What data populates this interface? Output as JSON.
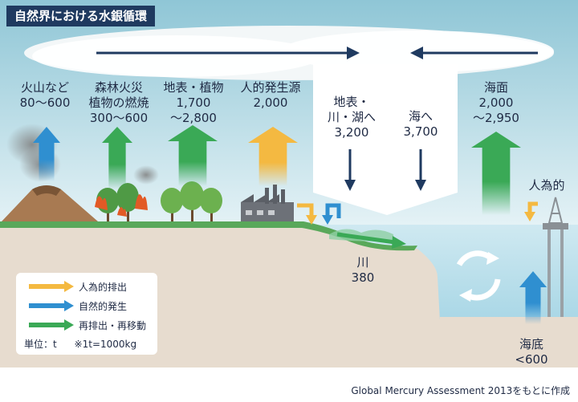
{
  "title": "自然界における水銀循環",
  "source": "Global Mercury Assessment 2013をもとに作成",
  "colors": {
    "anthropogenic": "#f4b941",
    "natural": "#2f8fd0",
    "reemission": "#3aa956",
    "deposition": "#1f3a60"
  },
  "flows": {
    "volcano": {
      "line1": "火山など",
      "value": "80〜600"
    },
    "forest_fire": {
      "line1": "森林火災",
      "line2": "植物の燃焼",
      "value": "300〜600"
    },
    "land_plants": {
      "line1": "地表・植物",
      "value1": "1,700",
      "value2": "〜2,800"
    },
    "human": {
      "line1": "人的発生源",
      "value": "2,000"
    },
    "to_land": {
      "line1": "地表・",
      "line2": "川・湖へ",
      "value": "3,200"
    },
    "to_ocean": {
      "line1": "海へ",
      "value": "3,700"
    },
    "ocean_surface": {
      "line1": "海面",
      "value1": "2,000",
      "value2": "〜2,950"
    },
    "river": {
      "line1": "川",
      "value": "380"
    },
    "seabed": {
      "line1": "海底",
      "value": "<600"
    },
    "human_ocean": {
      "line1": "人為的"
    }
  },
  "legend": {
    "items": [
      {
        "label": "人為的排出",
        "color": "#f4b941"
      },
      {
        "label": "自然的発生",
        "color": "#2f8fd0"
      },
      {
        "label": "再排出・再移動",
        "color": "#3aa956"
      }
    ],
    "unit": "単位：t",
    "note": "※1t=1000kg"
  }
}
